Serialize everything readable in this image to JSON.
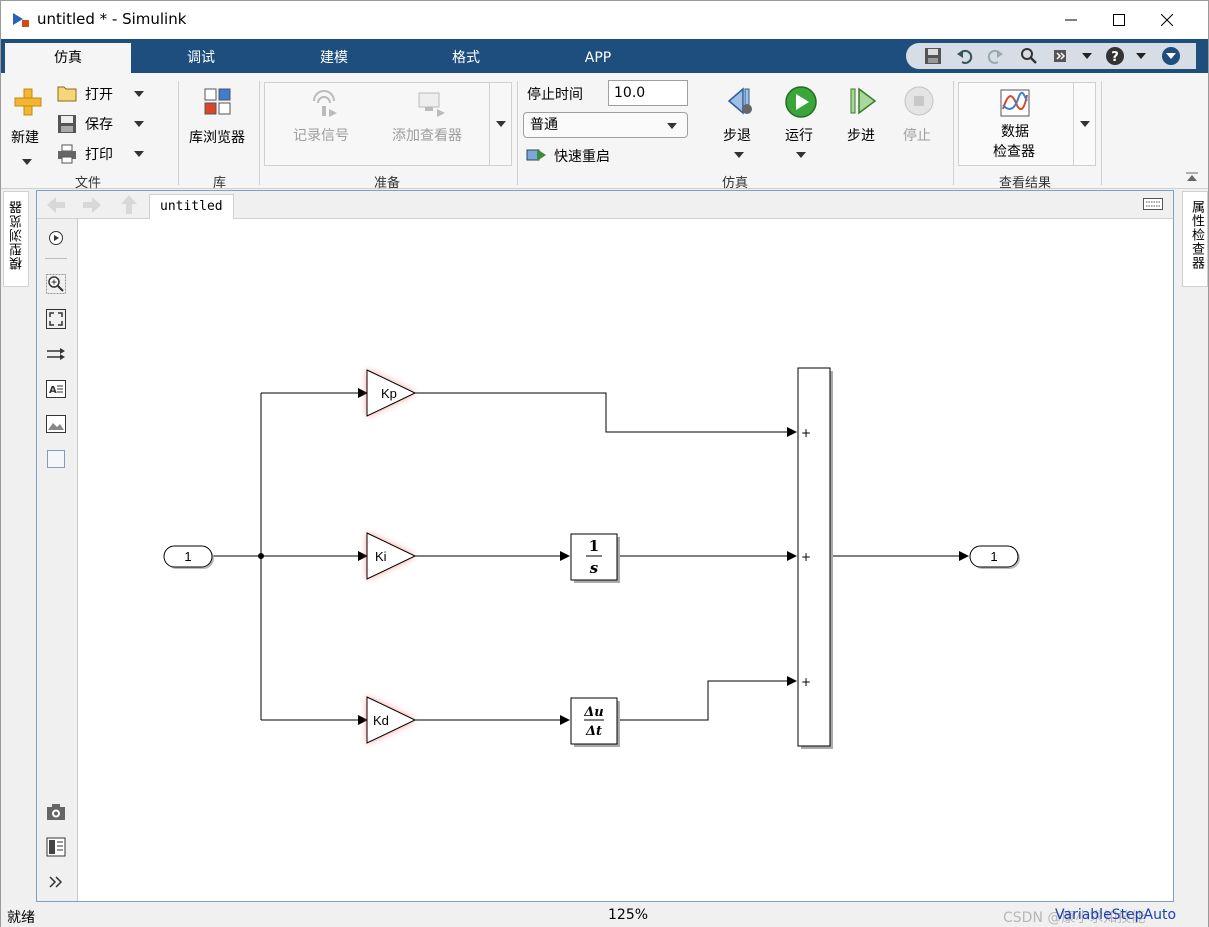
{
  "window": {
    "title": "untitled * - Simulink"
  },
  "tabs": [
    {
      "label": "仿真",
      "active": true
    },
    {
      "label": "调试"
    },
    {
      "label": "建模"
    },
    {
      "label": "格式"
    },
    {
      "label": "APP"
    }
  ],
  "toolstrip": {
    "file": {
      "new_label": "新建",
      "open_label": "打开",
      "save_label": "保存",
      "print_label": "打印",
      "section": "文件"
    },
    "library": {
      "browser_label": "库浏览器",
      "section": "库"
    },
    "prepare": {
      "log_signals_label": "记录信号",
      "add_viewer_label": "添加查看器",
      "section": "准备"
    },
    "simulate": {
      "stop_time_label": "停止时间",
      "stop_time_value": "10.0",
      "mode_value": "普通",
      "fast_restart_label": "快速重启",
      "step_back_label": "步退",
      "run_label": "运行",
      "step_forward_label": "步进",
      "stop_label": "停止",
      "section": "仿真"
    },
    "review": {
      "sdi_label_line1": "数据",
      "sdi_label_line2": "检查器",
      "section": "查看结果"
    }
  },
  "docks": {
    "model_browser": "模型浏览器",
    "property_inspector": "属性检查器"
  },
  "editor": {
    "breadcrumb": "untitled"
  },
  "diagram": {
    "inport_label": "1",
    "outport_label": "1",
    "gain_kp": "Kp",
    "gain_ki": "Ki",
    "gain_kd": "Kd",
    "integrator_num": "1",
    "integrator_den": "s",
    "derivative_num": "Δu",
    "derivative_den": "Δt",
    "sum_signs": [
      "+",
      "+",
      "+"
    ]
  },
  "status": {
    "state": "就绪",
    "zoom": "125%",
    "solver": "VariableStepAuto",
    "watermark": "CSDN @康小求知技能"
  },
  "colors": {
    "tabbar": "#1d4e7e",
    "highlight": "#ff5a5a",
    "solver_link": "#1a3fb0"
  }
}
